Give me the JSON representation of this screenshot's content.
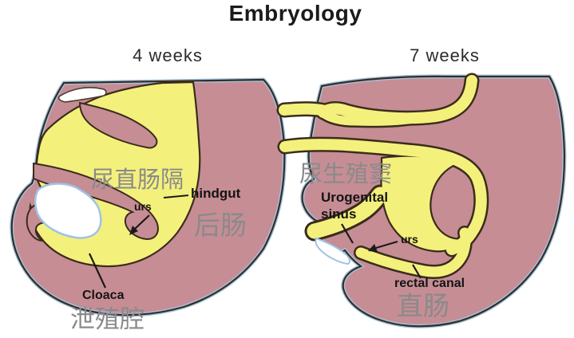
{
  "title": "Embryology",
  "colors": {
    "body_pink": "#c68d95",
    "gut_yellow": "#f4f07c",
    "outline_dark": "#3a2c1c",
    "rim_blue": "#9fc3e4",
    "cjk_gray": "#8a8a8a",
    "label_black": "#141414"
  },
  "panels": {
    "left": {
      "stage_label": "4 weeks",
      "labels": {
        "urorectal_septum_cn": "尿直肠隔",
        "hindgut_en": "hindgut",
        "urs": "urs",
        "hindgut_cn": "后肠",
        "cloaca_en": "Cloaca",
        "cloaca_cn": "泄殖腔"
      }
    },
    "right": {
      "stage_label": "7 weeks",
      "labels": {
        "urogenital_sinus_cn": "尿生殖窦",
        "urogenital_en_line1": "Urogenital",
        "urogenital_en_line2": "sinus",
        "urs": "urs",
        "rectal_canal_en": "rectal canal",
        "rectum_cn": "直肠"
      }
    }
  }
}
